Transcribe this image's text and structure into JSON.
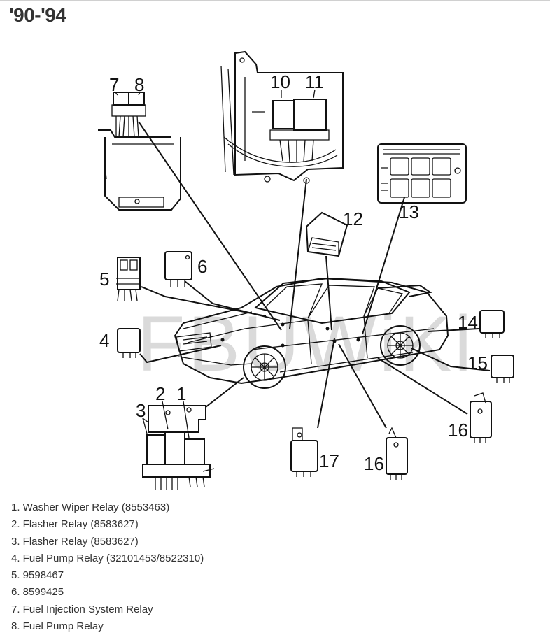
{
  "page": {
    "title": "'90-'94"
  },
  "diagram": {
    "watermark": "FBUWiKi",
    "callouts": [
      "1",
      "2",
      "3",
      "4",
      "5",
      "6",
      "7",
      "8",
      "10",
      "11",
      "12",
      "13",
      "14",
      "15",
      "16",
      "16",
      "17"
    ]
  },
  "legend": {
    "items": [
      "1. Washer Wiper Relay (8553463)",
      "2. Flasher Relay (8583627)",
      "3. Flasher Relay (8583627)",
      "4. Fuel Pump Relay (32101453/8522310)",
      "5. 9598467",
      "6. 8599425",
      "7. Fuel Injection System Relay",
      "8. Fuel Pump Relay"
    ]
  }
}
